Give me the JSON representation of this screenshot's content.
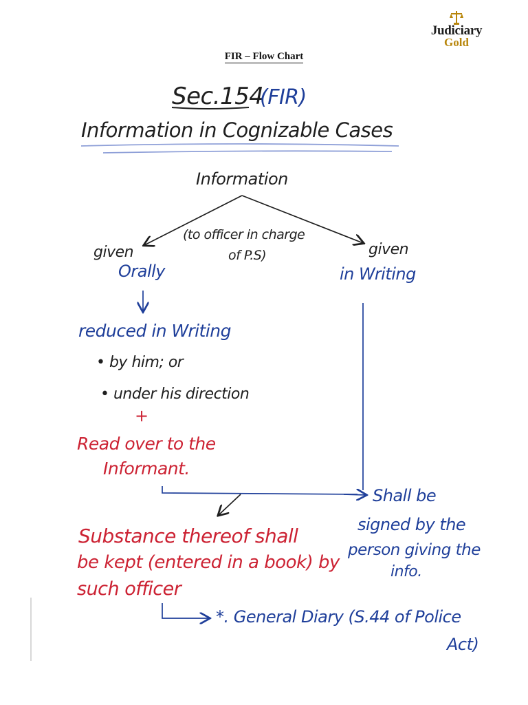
{
  "header": {
    "logo_line1": "Judiciary",
    "logo_line2": "Gold",
    "title": "FIR – Flow Chart"
  },
  "chart": {
    "section": "Sec.154",
    "section_paren": "(FIR)",
    "heading": "Information in Cognizable Cases",
    "root": "Information",
    "note_line1": "(to officer in charge",
    "note_line2": "of P.S)",
    "left_given": "given",
    "left_mode": "Orally",
    "reduced": "reduced in Writing",
    "bullet1": "• by him; or",
    "bullet2": "• under his direction",
    "plus": "+",
    "read_line1": "Read over to the",
    "read_line2": "Informant.",
    "right_given": "given",
    "right_mode": "in Writing",
    "signed_line1": "Shall be",
    "signed_line2": "signed by the",
    "signed_line3": "person giving the",
    "signed_line4": "info.",
    "subst_line1": "Substance thereof shall",
    "subst_line2": "be kept (entered in a book) by",
    "subst_line3": "such officer",
    "diary_line1": "*. General Diary (S.44 of Police",
    "diary_line2": "Act)"
  },
  "colors": {
    "black_ink": "#1f1f1f",
    "blue_ink": "#1f3f9a",
    "red_ink": "#cc2233",
    "logo_gold": "#b8860b"
  }
}
